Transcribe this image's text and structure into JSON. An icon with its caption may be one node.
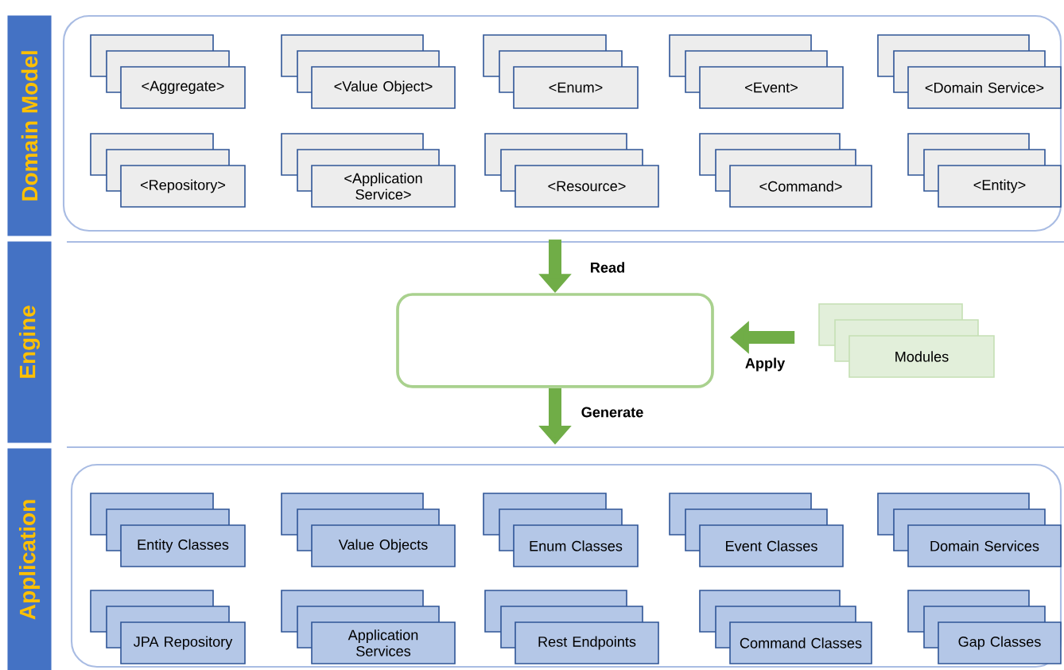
{
  "diagram": {
    "nodes": [
      {
        "text": [
          "Domain Model"
        ]
      },
      {
        "text": [],
        "shape": "box"
      },
      {
        "text": [
          "<Aggregate>"
        ],
        "in": 1
      },
      {
        "text": [
          "<Value Object>"
        ],
        "in": 1
      },
      {
        "text": [
          "<Enum>"
        ],
        "in": 1
      },
      {
        "text": [
          "<Event>"
        ],
        "in": 1
      },
      {
        "text": [
          "<Domain Service>"
        ],
        "in": 1
      },
      {
        "text": [
          "<Repository>"
        ],
        "in": 1
      },
      {
        "text": [
          "<Application Service>"
        ],
        "in": 1
      },
      {
        "text": [
          "<Resource>"
        ],
        "in": 1
      },
      {
        "text": [
          "<Command>"
        ],
        "in": 1
      },
      {
        "text": [
          "<Entity>"
        ],
        "in": 1
      },
      {
        "text": [
          "Engine"
        ]
      },
      {
        "text": [],
        "shape": "box"
      },
      {
        "text": [
          "Modules"
        ]
      },
      {
        "text": [
          "Application"
        ]
      },
      {
        "text": [],
        "shape": "box"
      },
      {
        "text": [
          "Entity Classes"
        ],
        "in": 16
      },
      {
        "text": [
          "Value Objects"
        ],
        "in": 16
      },
      {
        "text": [
          "Enum Classes"
        ],
        "in": 16
      },
      {
        "text": [
          "Event Classes"
        ],
        "in": 16
      },
      {
        "text": [
          "Domain Services"
        ],
        "in": 16
      },
      {
        "text": [
          "JPA Repository"
        ],
        "in": 16
      },
      {
        "text": [
          "Application Services"
        ],
        "in": 16
      },
      {
        "text": [
          "Rest Endpoints"
        ],
        "in": 16
      },
      {
        "text": [
          "Command Classes"
        ],
        "in": 16
      },
      {
        "text": [
          "Gap Classes"
        ],
        "in": 16
      }
    ],
    "edges": [
      {
        "from": 1,
        "to": 13,
        "arrow": "to",
        "label": "Read"
      },
      {
        "from": 14,
        "to": 13,
        "arrow": "to",
        "label": "Apply"
      },
      {
        "from": 13,
        "to": 16,
        "arrow": "to",
        "label": "Generate"
      }
    ]
  }
}
